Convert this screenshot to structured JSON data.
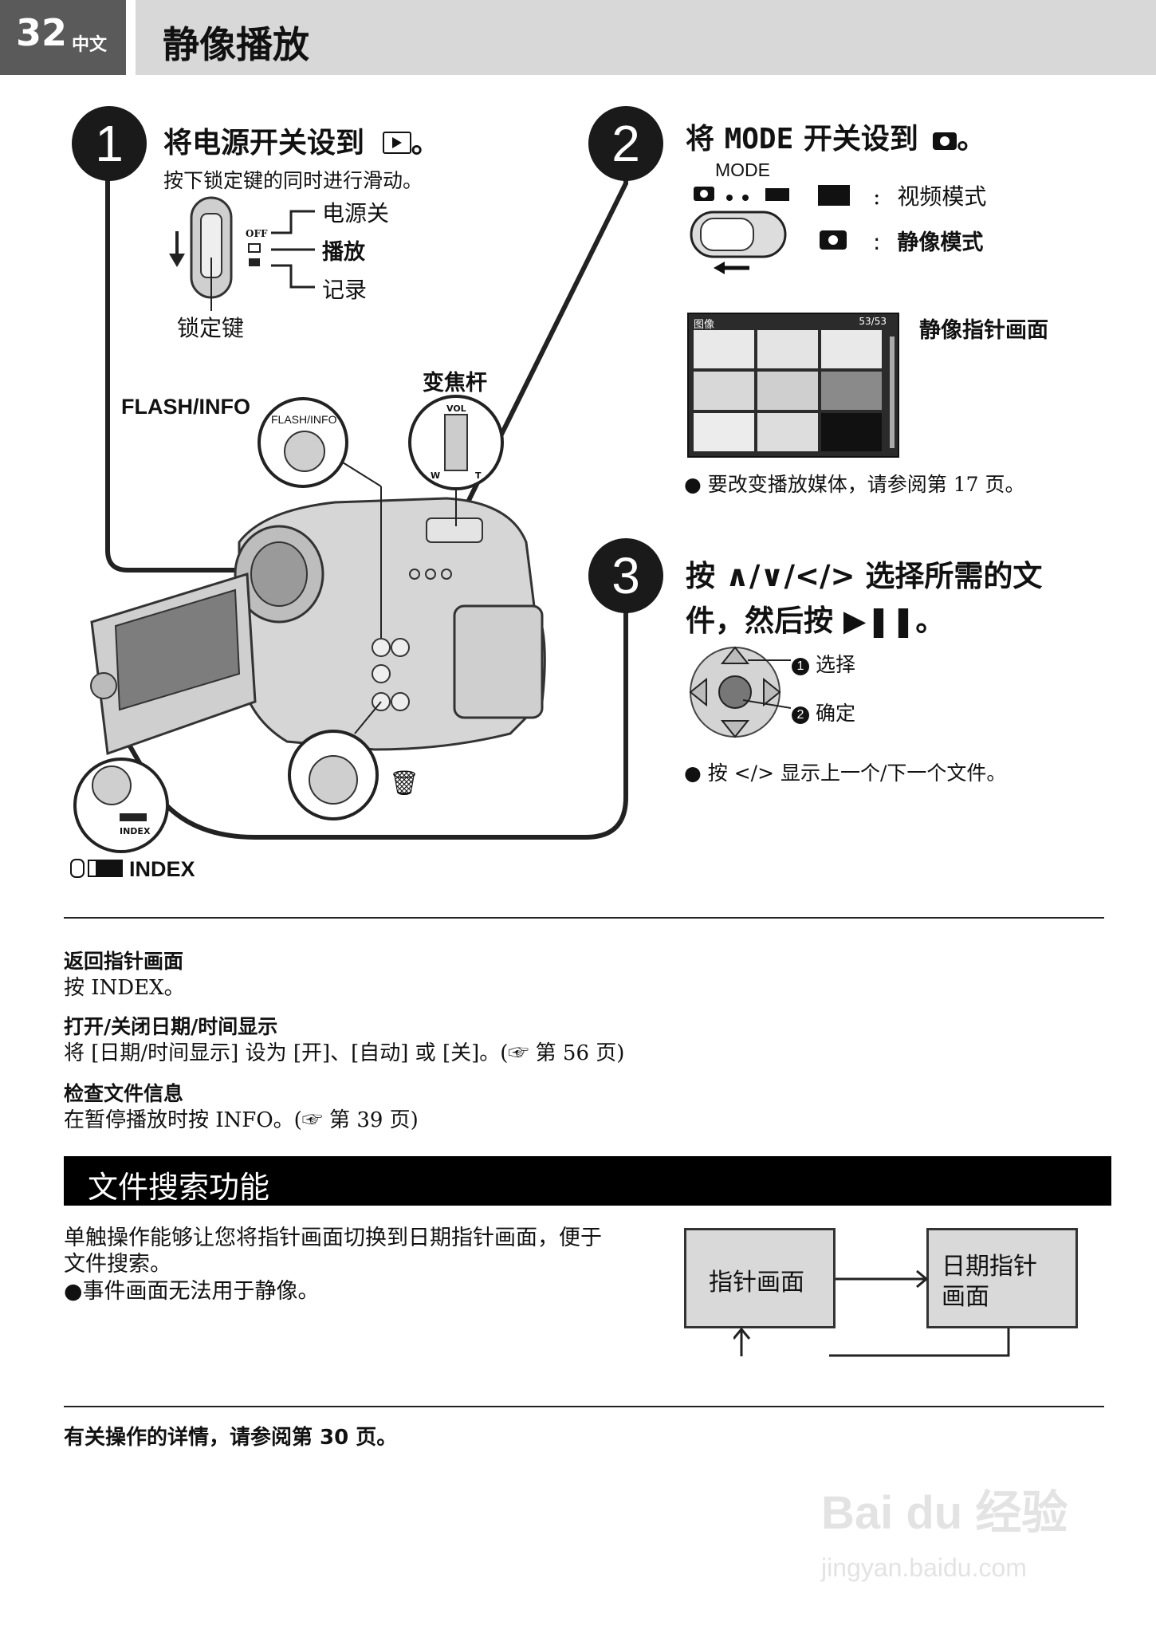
{
  "header": {
    "page_number": "32",
    "language": "中文",
    "title": "静像播放"
  },
  "step1": {
    "number": "1",
    "title": "将电源开关设到",
    "title_end": "。",
    "subtitle": "按下锁定键的同时进行滑动。",
    "switch_labels": [
      "电源关",
      "播放",
      "记录"
    ],
    "switch_marks": [
      "OFF"
    ],
    "lock_key": "锁定键"
  },
  "step2": {
    "number": "2",
    "title_pre": "将",
    "title_mode": "MODE",
    "title_post": "开关设到",
    "title_end": "。",
    "mode_label": "MODE",
    "modes": [
      {
        "label": "视频模式",
        "bold": false
      },
      {
        "label": "静像模式",
        "bold": true
      }
    ],
    "mode_sep": ":",
    "index_screen_label": "静像指针画面",
    "index_screen_header": "图像",
    "index_screen_counter": "53/53",
    "note": "要改变播放媒体，请参阅第 17 页。"
  },
  "camera": {
    "flash_info": "FLASH/INFO",
    "flash_info_small": "FLASH/INFO",
    "zoom_lever": "变焦杆",
    "vol_label": "VOL",
    "zoom_w": "W",
    "zoom_t": "T",
    "index_label": "INDEX",
    "index_small": "INDEX"
  },
  "step3": {
    "number": "3",
    "title_line1": "按 ∧/∨/</> 选择所需的文",
    "title_line2": "件，然后按 ▶❚❚。",
    "select_num": "1",
    "select": "选择",
    "confirm_num": "2",
    "confirm": "确定",
    "note": "按 </> 显示上一个/下一个文件。"
  },
  "sections": [
    {
      "title": "返回指针画面",
      "body": "按 INDEX。"
    },
    {
      "title": "打开/关闭日期/时间显示",
      "body": "将 [日期/时间显示] 设为 [开]、[自动] 或 [关]。(☞ 第 56 页)"
    },
    {
      "title": "检查文件信息",
      "body": "在暂停播放时按 INFO。(☞ 第 39 页)"
    }
  ],
  "search": {
    "title": "文件搜索功能",
    "body_line1": "单触操作能够让您将指针画面切换到日期指针画面，便于",
    "body_line2": "文件搜索。",
    "bullet": "事件画面无法用于静像。",
    "box_left": "指针画面",
    "box_right_line1": "日期指针",
    "box_right_line2": "画面"
  },
  "footer": {
    "text": "有关操作的详情，请参阅第 30 页。"
  },
  "watermark": {
    "brand": "Bai du 经验",
    "url": "jingyan.baidu.com"
  }
}
